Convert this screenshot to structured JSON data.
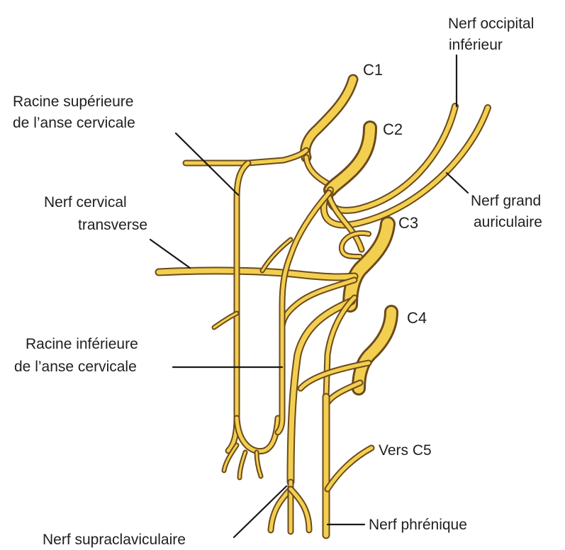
{
  "labels": {
    "c1": "C1",
    "c2": "C2",
    "c3": "C3",
    "c4": "C4",
    "vers_c5": "Vers C5",
    "occipital_line1": "Nerf occipital",
    "occipital_line2": "inférieur",
    "grand_auric_line1": "Nerf grand",
    "grand_auric_line2": "auriculaire",
    "racine_sup_line1": "Racine supérieure",
    "racine_sup_line2": "de l’anse cervicale",
    "transverse_line1": "Nerf cervical",
    "transverse_line2": "transverse",
    "racine_inf_line1": "Racine inférieure",
    "racine_inf_line2": "de l’anse cervicale",
    "supraclav": "Nerf supraclaviculaire",
    "phrenique": "Nerf phrénique"
  },
  "colors": {
    "nerve_fill": "#f3cf4f",
    "nerve_outline": "#6b4a1c",
    "leader_line": "#1a1a1a",
    "background": "#ffffff"
  }
}
